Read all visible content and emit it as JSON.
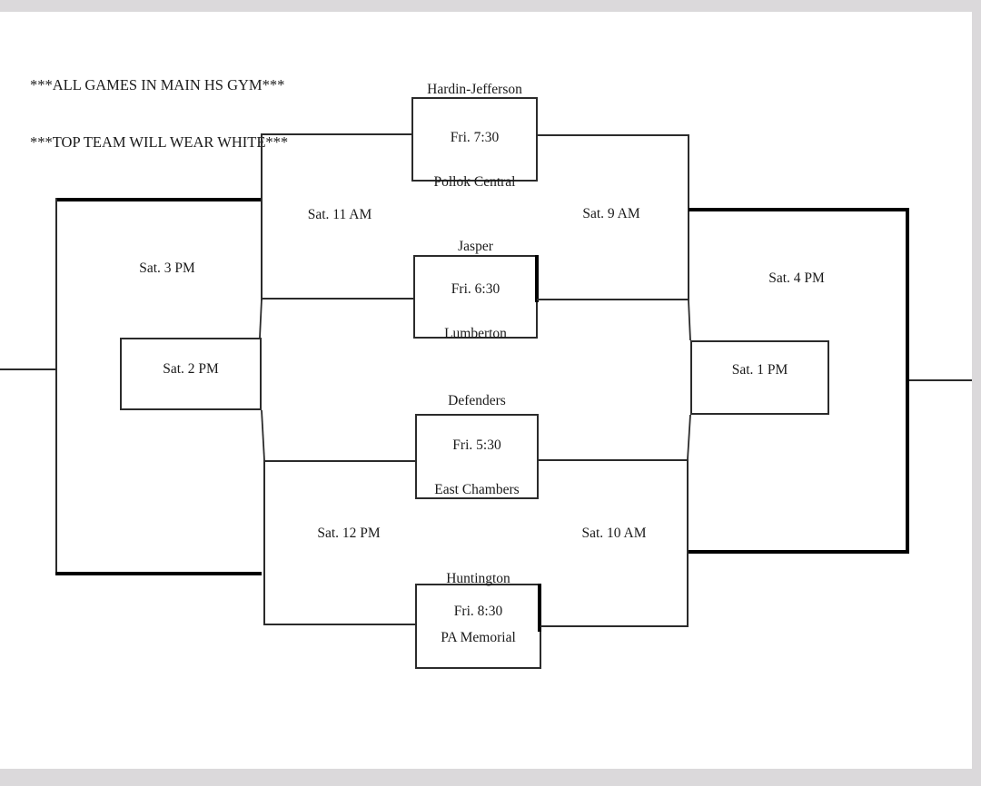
{
  "notes": {
    "line1": "***ALL GAMES IN MAIN HS GYM***",
    "line2": "***TOP TEAM WILL WEAR WHITE***"
  },
  "games": [
    {
      "top": "Hardin-Jefferson",
      "time": "Fri. 7:30",
      "bottom": "Pollok Central"
    },
    {
      "top": "Jasper",
      "time": "Fri. 6:30",
      "bottom": "Lumberton"
    },
    {
      "top": "Defenders",
      "time": "Fri. 5:30",
      "bottom": "East Chambers"
    },
    {
      "top": "Huntington",
      "time": "Fri. 8:30",
      "bottom": "PA Memorial"
    }
  ],
  "left_bracket": {
    "semifinal_top": "Sat. 11 AM",
    "semifinal_bottom": "Sat. 12 PM",
    "final": "Sat. 3 PM",
    "boxed_game": "Sat. 2 PM"
  },
  "right_bracket": {
    "semifinal_top": "Sat. 9 AM",
    "semifinal_bottom": "Sat. 10 AM",
    "final": "Sat. 4 PM",
    "boxed_game": "Sat. 1 PM"
  },
  "colors": {
    "page_background": "#ffffff",
    "margin_gray": "#dbd9db",
    "thin_line": "#2b2b2b",
    "thick_line": "#000000"
  }
}
